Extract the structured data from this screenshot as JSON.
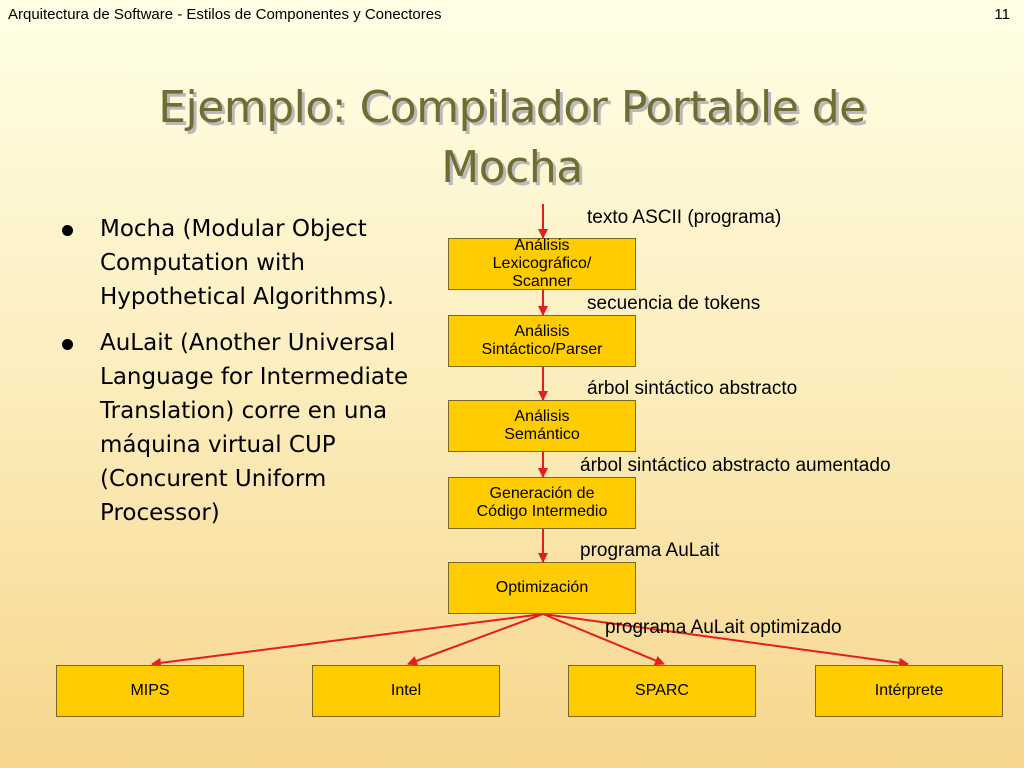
{
  "header": {
    "text": "Arquitectura de Software - Estilos de Componentes y Conectores",
    "page": "11"
  },
  "title": {
    "line1": "Ejemplo: Compilador Portable de",
    "line2": "Mocha"
  },
  "bullets": [
    "Mocha (Modular Object Computation with Hypothetical Algorithms).",
    "AuLait (Another Universal Language for Intermediate Translation) corre en una máquina virtual CUP (Concurent Uniform Processor)"
  ],
  "pipeline": [
    {
      "label": "Análisis\nLexicográfico/\nScanner"
    },
    {
      "label": "Análisis\nSintáctico/Parser"
    },
    {
      "label": "Análisis\nSemántico"
    },
    {
      "label": "Generación de\nCódigo Intermedio"
    },
    {
      "label": "Optimización"
    }
  ],
  "edge_labels": [
    "texto ASCII (programa)",
    "secuencia de tokens",
    "árbol sintáctico abstracto",
    "árbol sintáctico abstracto aumentado",
    "programa AuLait",
    "programa AuLait optimizado"
  ],
  "targets": [
    "MIPS",
    "Intel",
    "SPARC",
    "Intérprete"
  ],
  "colors": {
    "box_fill": "#FFCC00",
    "arrow": "#E41E1E",
    "title": "#6E6E34"
  }
}
